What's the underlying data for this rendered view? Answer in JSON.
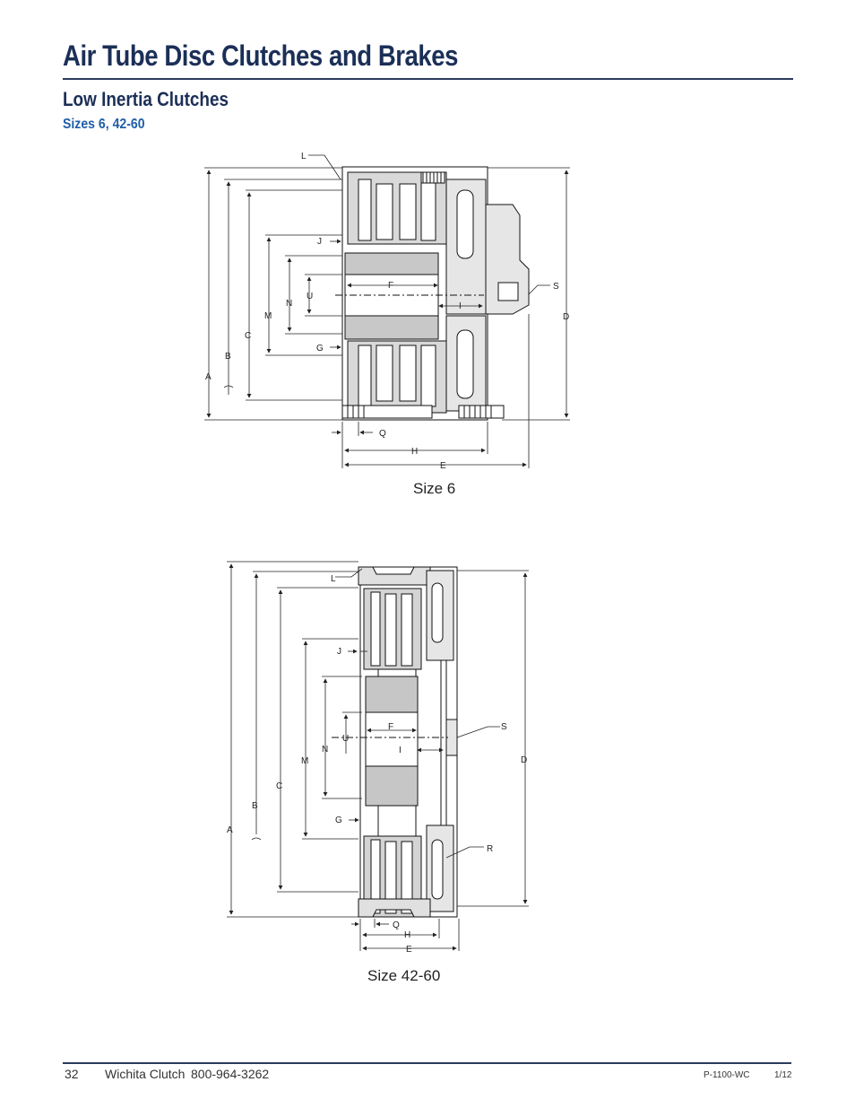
{
  "header": {
    "title": "Air Tube Disc Clutches and Brakes",
    "subtitle": "Low Inertia Clutches",
    "sizes": "Sizes 6, 42-60"
  },
  "figures": [
    {
      "caption": "Size 6",
      "labels": {
        "L": "L",
        "J": "J",
        "F": "F",
        "U": "U",
        "N": "N",
        "M": "M",
        "C": "C",
        "B": "B",
        "A": "A",
        "G": "G",
        "I": "I",
        "S": "S",
        "D": "D",
        "Q": "Q",
        "H": "H",
        "E": "E"
      }
    },
    {
      "caption": "Size 42-60",
      "labels": {
        "L": "L",
        "J": "J",
        "F": "F",
        "U": "U",
        "N": "N",
        "M": "M",
        "C": "C",
        "B": "B",
        "A": "A",
        "G": "G",
        "I": "I",
        "S": "S",
        "D": "D",
        "R": "R",
        "Q": "Q",
        "H": "H",
        "E": "E"
      }
    }
  ],
  "footer": {
    "page_number": "32",
    "company": "Wichita Clutch",
    "phone": "800-964-3262",
    "doc_code": "P-1100-WC",
    "date": "1/12"
  }
}
